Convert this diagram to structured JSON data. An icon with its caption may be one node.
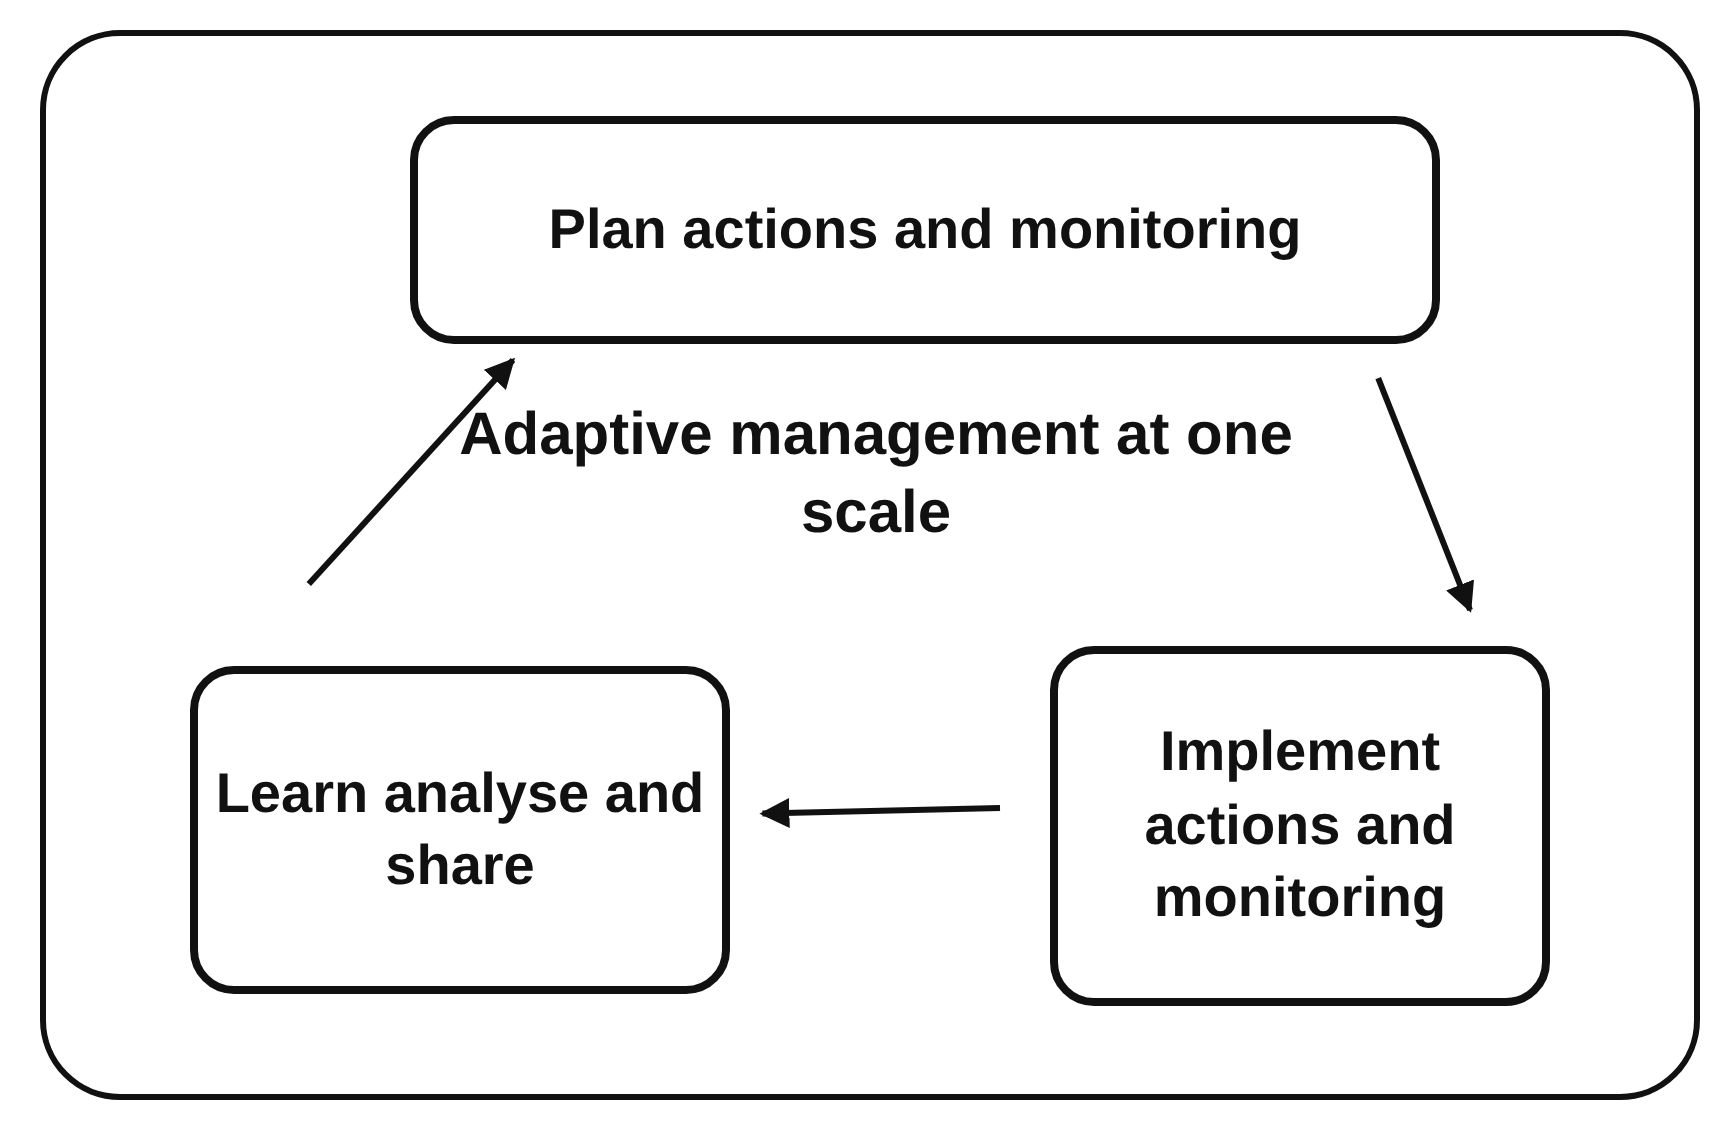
{
  "diagram": {
    "nodes": [
      {
        "text": [
          "Adaptive management at one scale"
        ]
      },
      {
        "text": [
          "Plan actions and monitoring"
        ],
        "in": 0
      },
      {
        "text": [
          "Learn analyse and share"
        ],
        "in": 0
      },
      {
        "text": [
          "Implement actions and monitoring"
        ],
        "in": 0
      }
    ],
    "edges": [
      {
        "from": 2,
        "to": 1,
        "arrow": "to"
      },
      {
        "from": 1,
        "to": 3,
        "arrow": "to"
      },
      {
        "from": 3,
        "to": 2,
        "arrow": "to"
      }
    ]
  }
}
